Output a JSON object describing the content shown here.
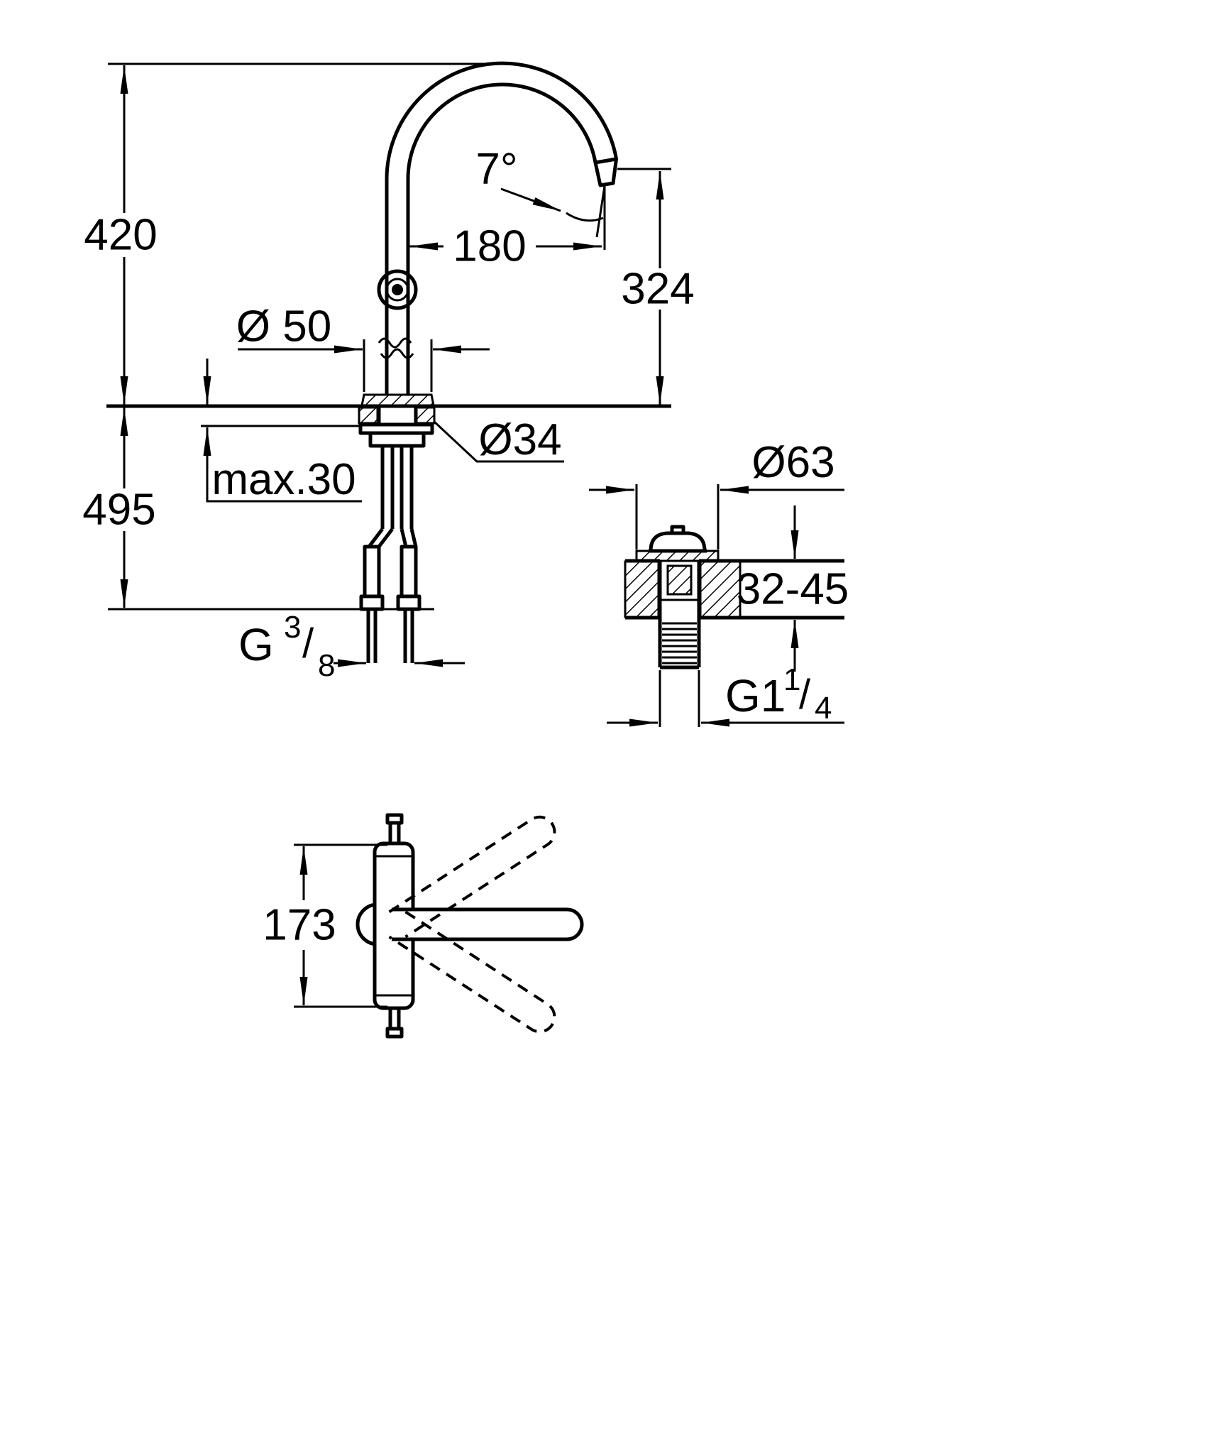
{
  "title": "Faucet technical dimension drawing",
  "colors": {
    "line": "#000000",
    "background": "#ffffff"
  },
  "dims": {
    "height_total": "420",
    "spout_angle": "7°",
    "spout_reach": "180",
    "outlet_height": "324",
    "base_diameter": "Ø 50",
    "hole_diameter": "Ø34",
    "deck_max_thickness": "max.30",
    "install_height": "495",
    "supply_thread_g": "G",
    "supply_thread_num": "3",
    "supply_thread_slash": "/",
    "supply_thread_den": "8",
    "drain_flange_diameter": "Ø63",
    "drain_deck_range": "32-45",
    "drain_thread_g": "G1",
    "drain_thread_num": "1",
    "drain_thread_slash": "/",
    "drain_thread_den": "4",
    "handle_length": "173"
  }
}
